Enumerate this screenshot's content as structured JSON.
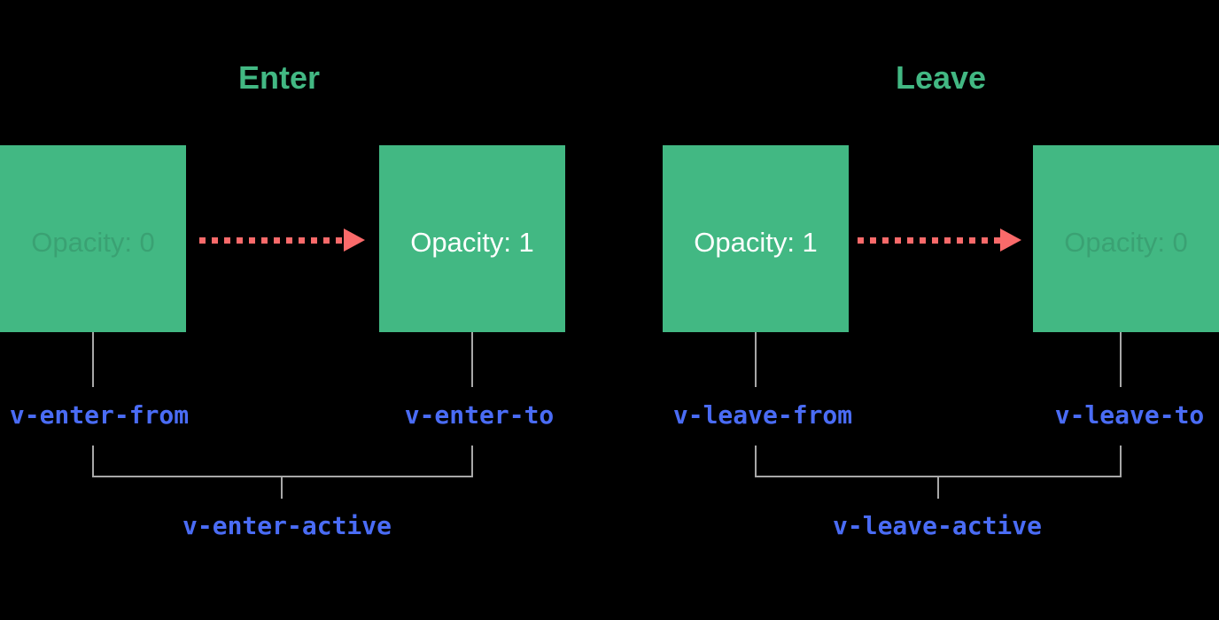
{
  "colors": {
    "background": "#000000",
    "green": "#42b883",
    "red": "#fa6a6a",
    "blue": "#4a6cf5",
    "gray": "#a8a8a8",
    "white": "#ffffff",
    "faded_text": "rgba(0,0,0,0.12)"
  },
  "enter": {
    "title": "Enter",
    "from_box": "Opacity: 0",
    "to_box": "Opacity: 1",
    "from_label": "v-enter-from",
    "to_label": "v-enter-to",
    "active_label": "v-enter-active"
  },
  "leave": {
    "title": "Leave",
    "from_box": "Opacity: 1",
    "to_box": "Opacity: 0",
    "from_label": "v-leave-from",
    "to_label": "v-leave-to",
    "active_label": "v-leave-active"
  }
}
